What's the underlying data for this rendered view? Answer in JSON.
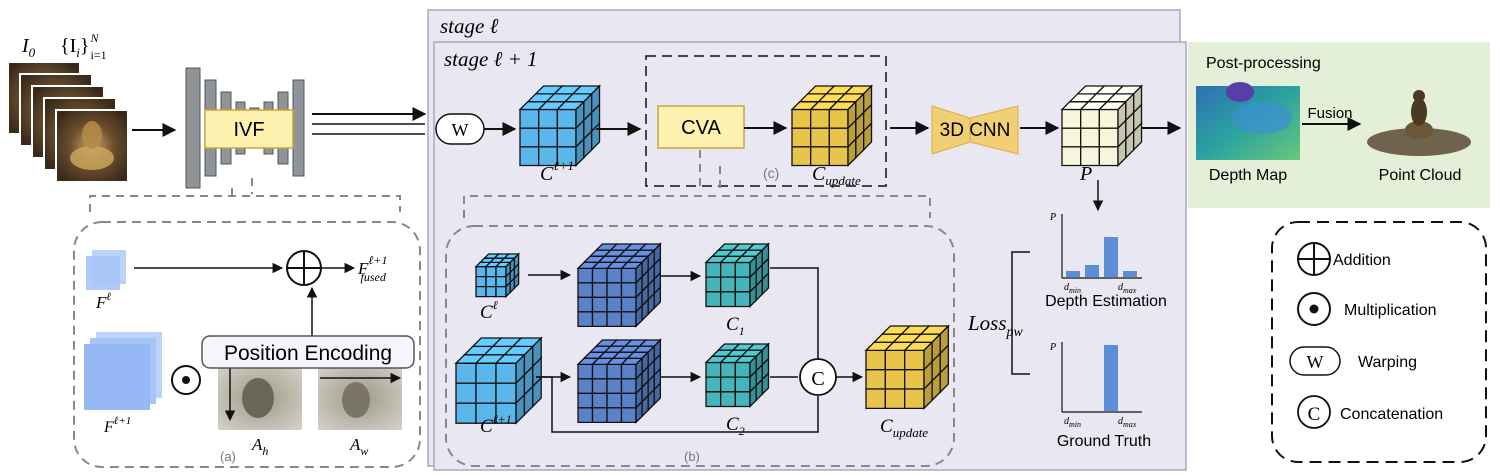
{
  "inputs": {
    "ref_label": "I",
    "ref_sub": "0",
    "src_label": "{I",
    "src_sub": "i",
    "src_close": "}",
    "src_range_sup": "N",
    "src_range_sub": "i=1"
  },
  "ivf": {
    "label": "IVF"
  },
  "stage": {
    "outer": "stage ℓ",
    "inner": "stage ℓ + 1"
  },
  "warp": {
    "symbol": "W"
  },
  "cost_volume": {
    "label": "C",
    "sup": "ℓ+1"
  },
  "cva": {
    "label": "CVA",
    "tag": "(c)"
  },
  "c_update": {
    "label": "C",
    "sub": "update"
  },
  "cnn": {
    "label": "3D CNN"
  },
  "prob": {
    "label": "P"
  },
  "post": {
    "title": "Post-processing",
    "fusion": "Fusion",
    "depth_map": "Depth Map",
    "point_cloud": "Point Cloud"
  },
  "fusion_detail": {
    "f_l": "F",
    "f_l_sup": "ℓ",
    "f_l1": "F",
    "f_l1_sup": "ℓ+1",
    "fused": "F",
    "fused_sup": "ℓ+1",
    "fused_sub": "fused",
    "pos_enc": "Position Encoding",
    "a_h": "A",
    "a_h_sub": "h",
    "a_w": "A",
    "a_w_sub": "w",
    "tag": "(a)"
  },
  "cva_detail": {
    "c_l": "C",
    "c_l_sup": "ℓ",
    "c_l1": "C",
    "c_l1_sup": "ℓ+1",
    "c1": "C",
    "c1_sub": "1",
    "c2": "C",
    "c2_sub": "2",
    "concat": "C",
    "c_upd": "C",
    "c_upd_sub": "update",
    "tag": "(b)"
  },
  "loss": {
    "label": "Loss",
    "sub": "pw"
  },
  "depth_est": {
    "title": "Depth Estimation",
    "axis_p": "P",
    "dmin": "d",
    "dmin_sub": "min",
    "dmax": "d",
    "dmax_sub": "max",
    "bars": [
      0.15,
      0.3,
      1.0,
      0.15
    ]
  },
  "ground_truth": {
    "title": "Ground Truth",
    "axis_p": "P",
    "dmin": "d",
    "dmin_sub": "min",
    "dmax": "d",
    "dmax_sub": "max",
    "bars": [
      0,
      0,
      1.0,
      0
    ]
  },
  "legend": {
    "addition": "Addition",
    "multiplication": "Multiplication",
    "warping_symbol": "W",
    "warping": "Warping",
    "concat_symbol": "C",
    "concatenation": "Concatenation"
  },
  "colors": {
    "stage_bg": "#e9e8f2",
    "stage_border": "#a9a9bd",
    "post_bg": "#e3efd6",
    "ivf_box": "#fdf1b0",
    "cube_blue": "#5bb6ec",
    "cube_blue_dark": "#5b82c9",
    "cube_teal": "#45b5b9",
    "cube_yellow": "#e9c44b",
    "cube_cream": "#f8f6da",
    "bar": "#5c8fd6"
  }
}
